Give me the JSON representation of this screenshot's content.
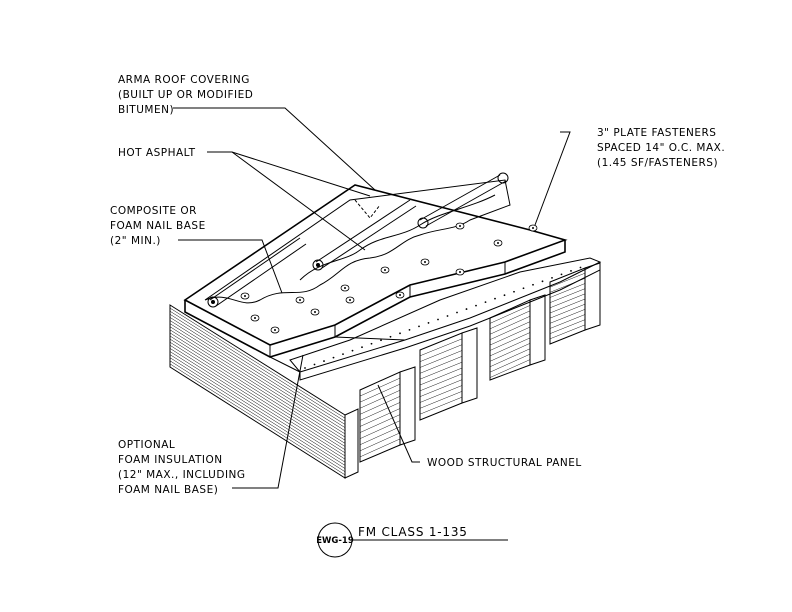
{
  "callouts": {
    "roof_covering": [
      "ARMA ROOF COVERING",
      "(BUILT UP OR MODIFIED",
      "BITUMEN)"
    ],
    "hot_asphalt": [
      "HOT ASPHALT"
    ],
    "nail_base": [
      "COMPOSITE OR",
      "FOAM NAIL BASE",
      "(2\" MIN.)"
    ],
    "fasteners": [
      "3\" PLATE FASTENERS",
      "SPACED 14\" O.C. MAX.",
      "(1.45 SF/FASTENERS)"
    ],
    "insulation": [
      "OPTIONAL",
      "FOAM INSULATION",
      "(12\" MAX., INCLUDING",
      "FOAM NAIL BASE)"
    ],
    "wood_panel": [
      "WOOD STRUCTURAL PANEL"
    ]
  },
  "title_block": {
    "tag": "EWG-19",
    "title": "FM CLASS 1-135"
  },
  "colors": {
    "line": "#000000",
    "background": "#ffffff"
  }
}
